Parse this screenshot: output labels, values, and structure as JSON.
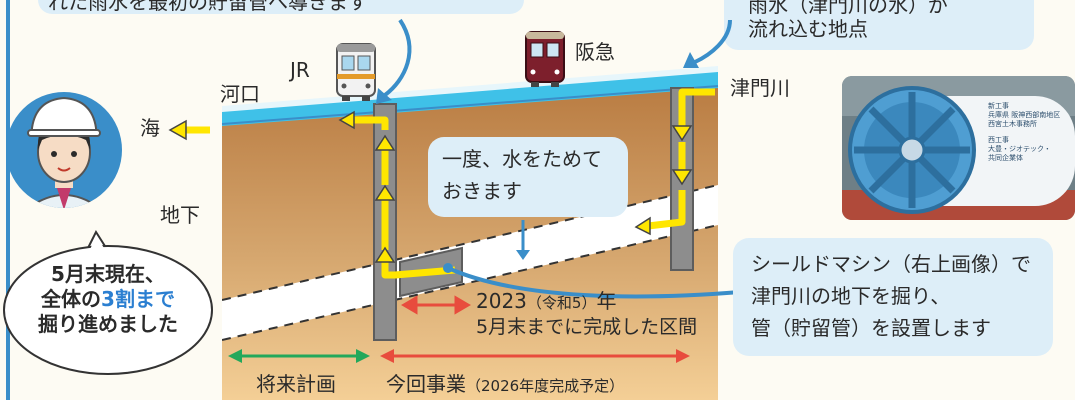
{
  "callouts": {
    "top_left_cut": "れた雨水を最初の貯留管へ導きます",
    "top_right_cut": "雨水（津門川の水）が",
    "top_right_line2": "流れ込む地点",
    "storage": "一度、水をためて",
    "storage_line2": "おきます",
    "shield": "シールドマシン（右上画像）で",
    "shield_line2": "津門川の地下を掘り、",
    "shield_line3": "管（貯留管）を設置します"
  },
  "labels": {
    "jr": "JR",
    "hankyu": "阪急",
    "kakou": "河口",
    "umi": "海",
    "chika": "地下",
    "tsumongawa": "津門川"
  },
  "worker_speech": {
    "line1": "5月末現在、",
    "line2_prefix": "全体の",
    "line2_highlight": "3割まで",
    "line3": "掘り進めました"
  },
  "completed_section": {
    "year": "2023",
    "era": "（令和5）",
    "suffix": "年",
    "line2": "5月末までに完成した区間"
  },
  "bottom_labels": {
    "future": "将来計画",
    "current": "今回事業",
    "current_note": "（2026年度完成予定）"
  },
  "photo_sign": {
    "l1": "新工事",
    "l2": "兵庫県 阪神西部南地区",
    "l3": "西宮土木事務所",
    "l4": "西工事",
    "l5": "大豊・ジオテック・",
    "l6": "共同企業体"
  },
  "colors": {
    "water": "#3fc1e8",
    "soil": "#c9935a",
    "arrow_yellow": "#ffe600",
    "arrow_red": "#e84c3d",
    "arrow_green": "#23a85b",
    "highlight_text": "#2b7fd1",
    "callout_bg": "#ddeef8"
  }
}
